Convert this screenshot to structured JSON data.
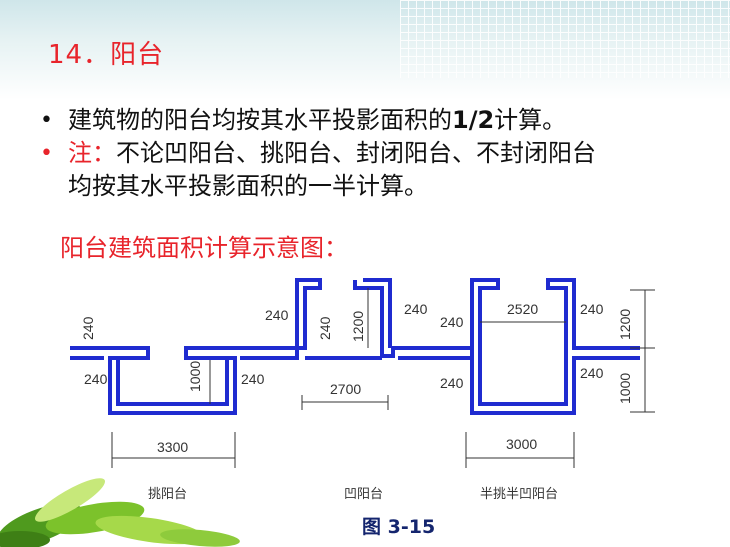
{
  "title": "14．阳台",
  "bullets": {
    "b1_text": "建筑物的阳台均按其水平投影面积的",
    "b1_bold": "1/2",
    "b1_tail": "计算。",
    "b2_label": "注：",
    "b2_line1": "不论凹阳台、挑阳台、封闭阳台、不封闭阳台",
    "b2_line2": "均按其水平投影面积的一半计算。"
  },
  "diagram_title": "阳台建筑面积计算示意图：",
  "dimensions": {
    "d240_wall_left": "240",
    "d240_left_low": "240",
    "d1000_tiao": "1000",
    "d240_tiao_right": "240",
    "d3300": "3300",
    "d240_ao_top": "240",
    "d240_ao_mid": "240",
    "d1200_ao": "1200",
    "d240_ao_right": "240",
    "d2700": "2700",
    "d240_semi_top": "240",
    "d2520": "2520",
    "d240_semi_top_right": "240",
    "d1200_semi": "1200",
    "d240_semi_low": "240",
    "d240_semi_low_right": "240",
    "d1000_semi": "1000",
    "d3000": "3000"
  },
  "captions": {
    "tiao": "挑阳台",
    "ao": "凹阳台",
    "semi": "半挑半凹阳台"
  },
  "figure_label": "图 3-15",
  "colors": {
    "title": "#e8242b",
    "wall": "#1f2bd0",
    "figure_label": "#14256e"
  }
}
